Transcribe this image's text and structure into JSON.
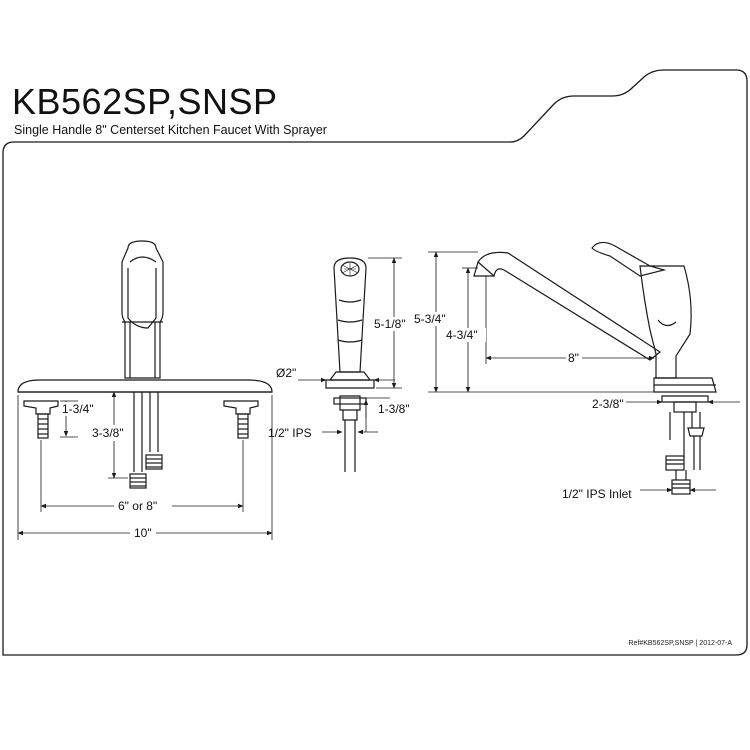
{
  "header": {
    "model": "KB562SP,SNSP",
    "description": "Single Handle 8\" Centerset Kitchen Faucet With Sprayer"
  },
  "front_view": {
    "dim_shank_depth": "1-3/4\"",
    "dim_supply_depth": "3-3/8\"",
    "dim_centers": "6\" or 8\"",
    "dim_plate_width": "10\""
  },
  "sprayer_view": {
    "dim_diameter": "Ø2\"",
    "dim_height": "5-1/8\"",
    "dim_shank": "1-3/8\"",
    "dim_inlet": "1/2\" IPS"
  },
  "side_view": {
    "dim_total_height": "5-3/4\"",
    "dim_spout_height": "4-3/4\"",
    "dim_spout_reach": "8\"",
    "dim_shank": "2-3/8\"",
    "dim_inlet": "1/2\" IPS Inlet"
  },
  "footer": {
    "reference": "Ref#KB562SP,SNSP | 2012-07-A"
  },
  "colors": {
    "line": "#1a1a1a",
    "background": "#ffffff"
  }
}
